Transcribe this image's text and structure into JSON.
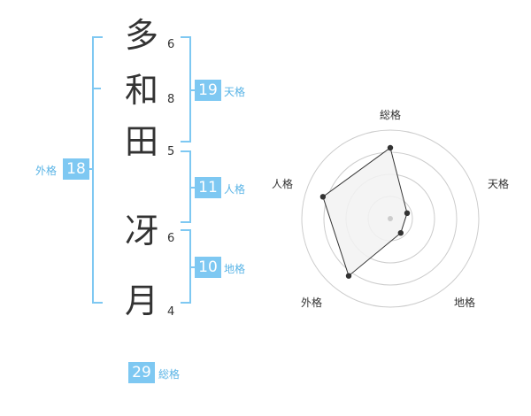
{
  "name_chars": [
    {
      "char": "多",
      "strokes": "6"
    },
    {
      "char": "和",
      "strokes": "8"
    },
    {
      "char": "田",
      "strokes": "5"
    },
    {
      "char": "冴",
      "strokes": "6"
    },
    {
      "char": "月",
      "strokes": "4"
    }
  ],
  "tenkaku": {
    "value": "19",
    "label": "天格"
  },
  "jinkaku": {
    "value": "11",
    "label": "人格"
  },
  "chikaku": {
    "value": "10",
    "label": "地格"
  },
  "gaikaku": {
    "value": "18",
    "label": "外格"
  },
  "soukaku": {
    "value": "29",
    "label": "総格"
  },
  "radar": {
    "axes": [
      "総格",
      "天格",
      "地格",
      "外格",
      "人格"
    ],
    "values": [
      0.8,
      0.2,
      0.2,
      0.8,
      0.8
    ],
    "rings": 4,
    "colors": {
      "fill": "#f2f2f2",
      "line": "#333333",
      "grid": "#cccccc",
      "center": "#cccccc"
    }
  }
}
